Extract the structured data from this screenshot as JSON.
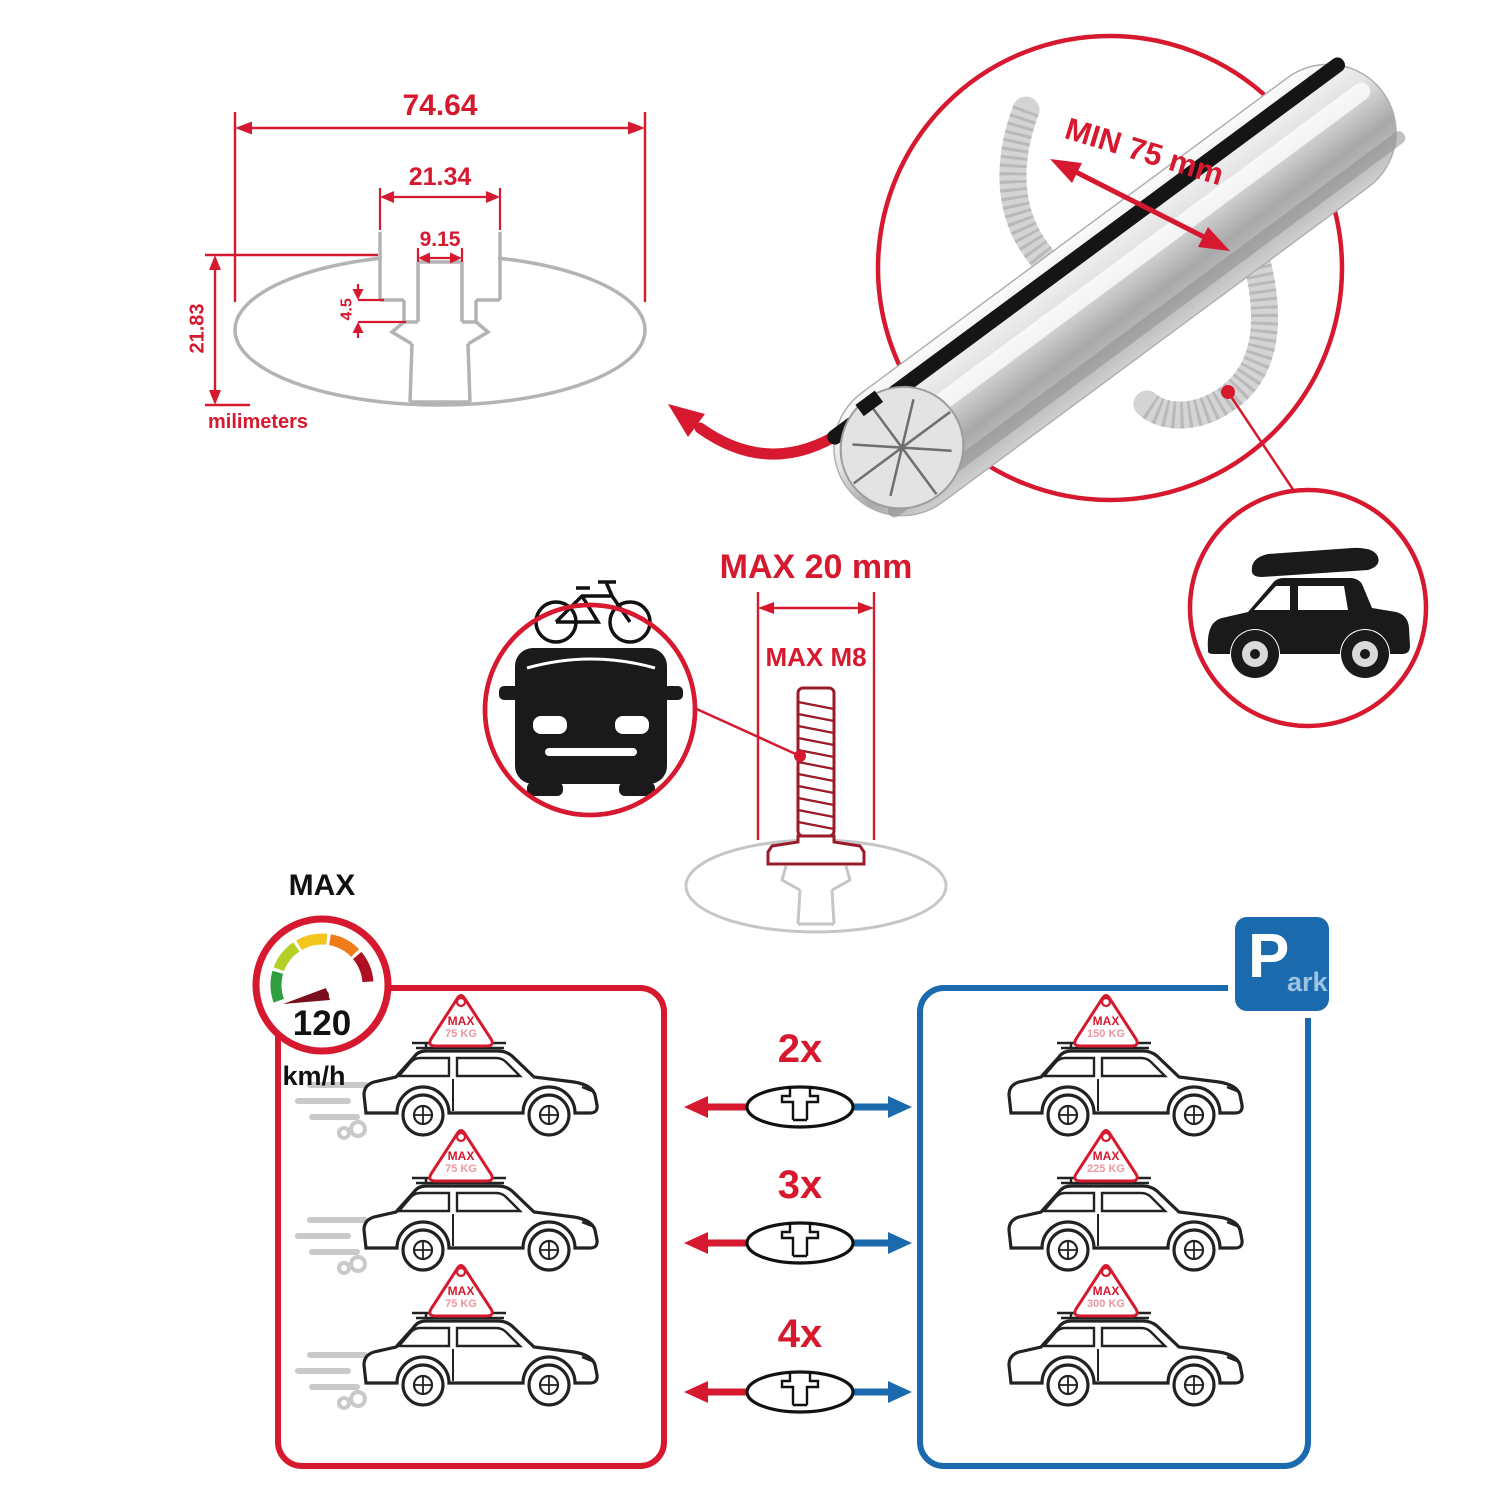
{
  "palette": {
    "red": "#d6192e",
    "blue": "#1a6aad",
    "gray": "#b3b3b3",
    "maroon": "#9b1b2a",
    "dark": "#1a1a1a"
  },
  "cross_section": {
    "total_width": "74.64",
    "slot_outer_width": "21.34",
    "slot_inner_width": "9.15",
    "lip_depth": "4.5",
    "total_height": "21.83",
    "units_label": "milimeters"
  },
  "clamp_detail": {
    "min_span_label": "MIN 75 mm"
  },
  "bolt_detail": {
    "max_length_label": "MAX 20 mm",
    "max_thread_label": "MAX M8"
  },
  "speed_limit": {
    "heading": "MAX",
    "value": "120",
    "units": "km/h"
  },
  "parking_sign": {
    "letter": "P",
    "suffix": "ark"
  },
  "crossbar_options": [
    {
      "count_label": "2x"
    },
    {
      "count_label": "3x"
    },
    {
      "count_label": "4x"
    }
  ],
  "driving_cars": [
    {
      "sign_heading": "MAX",
      "sign_value": "75 KG"
    },
    {
      "sign_heading": "MAX",
      "sign_value": "75 KG"
    },
    {
      "sign_heading": "MAX",
      "sign_value": "75 KG"
    }
  ],
  "parked_cars": [
    {
      "sign_heading": "MAX",
      "sign_value": "150 KG"
    },
    {
      "sign_heading": "MAX",
      "sign_value": "225 KG"
    },
    {
      "sign_heading": "MAX",
      "sign_value": "300 KG"
    }
  ]
}
